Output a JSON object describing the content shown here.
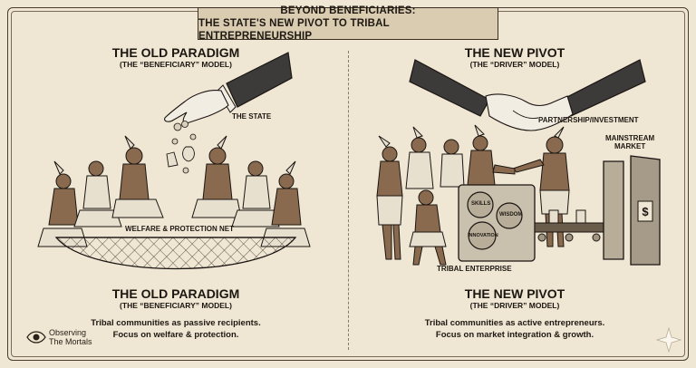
{
  "banner": {
    "line1": "BEYOND BENEFICIARIES:",
    "line2": "THE STATE'S NEW PIVOT TO TRIBAL ENTREPRENEURSHIP"
  },
  "left": {
    "title": "THE OLD PARADIGM",
    "subtitle": "(THE “BENEFICIARY” MODEL)",
    "state_label": "THE STATE",
    "net_label": "WELFARE & PROTECTION NET",
    "bottom_title": "THE OLD PARADIGM",
    "bottom_subtitle": "(THE “BENEFICIARY” MODEL)",
    "desc1": "Tribal communities as passive recipients.",
    "desc2": "Focus on welfare & protection."
  },
  "right": {
    "title": "THE NEW PIVOT",
    "subtitle": "(THE “DRIVER” MODEL)",
    "partnership_label": "PARTNERSHIP/INVESTMENT",
    "market_label1": "MAINSTREAM",
    "market_label2": "MARKET",
    "enterprise_label": "TRIBAL ENTERPRISE",
    "gear1": "SKILLS",
    "gear2": "WISDOM",
    "gear3": "INNOVATION",
    "bottom_title": "THE NEW PIVOT",
    "bottom_subtitle": "(THE “DRIVER” MODEL)",
    "desc1": "Tribal communities as active entrepreneurs.",
    "desc2": "Focus on market integration & growth."
  },
  "logo": {
    "line1": "Observing",
    "line2": "The Mortals"
  },
  "colors": {
    "bg": "#efe6d3",
    "ink": "#1e1812",
    "skin": "#8a6a4e",
    "cloth": "#e8e0cf"
  }
}
